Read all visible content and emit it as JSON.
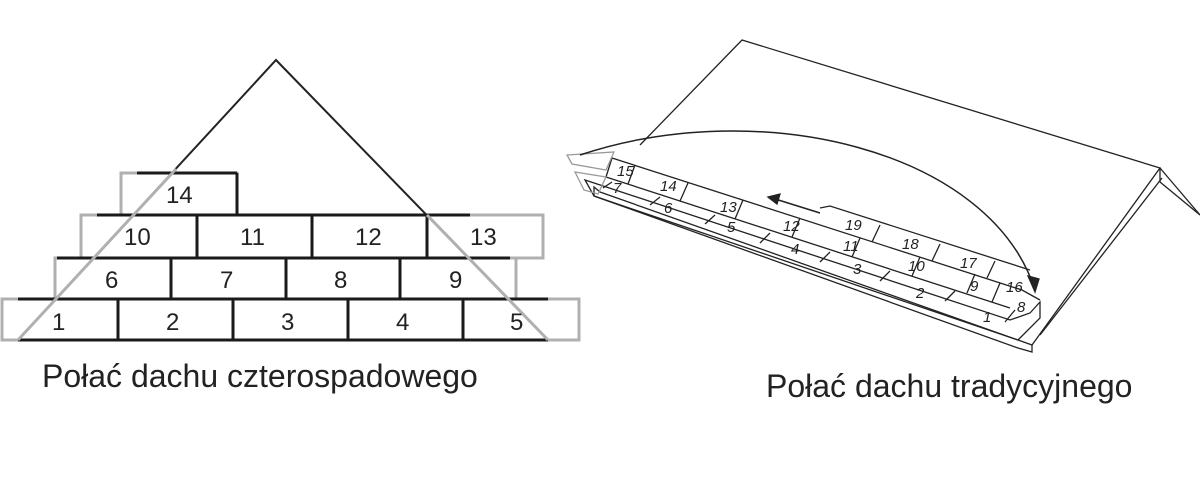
{
  "captions": {
    "hip_roof": "Połać dachu czterospadowego",
    "traditional_roof": "Połać dachu tradycyjnego"
  },
  "hip_roof": {
    "tile_labels": [
      "1",
      "2",
      "3",
      "4",
      "5",
      "6",
      "7",
      "8",
      "9",
      "10",
      "11",
      "12",
      "13",
      "14"
    ],
    "colors": {
      "inside": "#1a1a1a",
      "cut": "#b0b0b0"
    }
  },
  "traditional_roof": {
    "row_a_labels": [
      "15",
      "14",
      "13",
      "12",
      "11",
      "10",
      "9",
      "8"
    ],
    "row_b_labels": [
      "7",
      "6",
      "5",
      "4",
      "3",
      "2",
      "1"
    ],
    "row_c_labels": [
      "19",
      "18",
      "17",
      "16"
    ],
    "arrow_direction": "right-to-left then sweep back",
    "colors": {
      "line": "#222222",
      "faded": "#999999"
    }
  }
}
